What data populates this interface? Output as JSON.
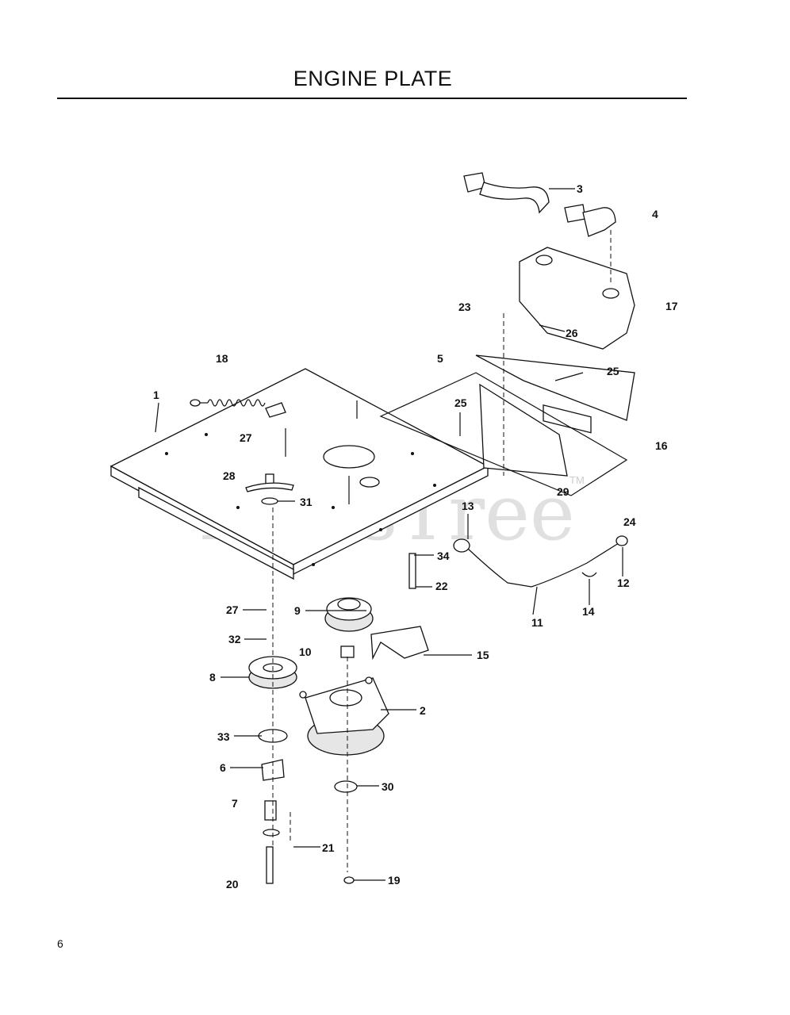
{
  "title": "ENGINE PLATE",
  "page_number": "6",
  "watermark": "PartsTree",
  "watermark_mark": "TM",
  "callouts": {
    "c1": "1",
    "c2": "2",
    "c3": "3",
    "c4": "4",
    "c5": "5",
    "c6": "6",
    "c7": "7",
    "c8": "8",
    "c9": "9",
    "c10": "10",
    "c11": "11",
    "c12": "12",
    "c13": "13",
    "c14": "14",
    "c15": "15",
    "c16": "16",
    "c17": "17",
    "c18": "18",
    "c19": "19",
    "c20": "20",
    "c21": "21",
    "c22": "22",
    "c23": "23",
    "c24": "24",
    "c25a": "25",
    "c25b": "25",
    "c26": "26",
    "c27a": "27",
    "c27b": "27",
    "c28": "28",
    "c29": "29",
    "c30": "30",
    "c31": "31",
    "c32": "32",
    "c33": "33",
    "c34": "34"
  }
}
